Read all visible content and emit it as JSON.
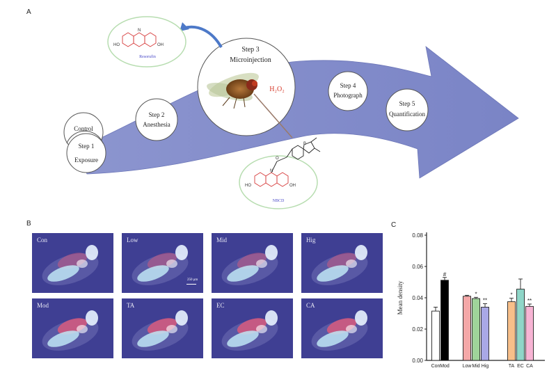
{
  "panel_labels": {
    "a": "A",
    "b": "B",
    "c": "C"
  },
  "workflow": {
    "step_control": "Control",
    "step1_title": "Step 1",
    "step1_sub": "Exposure",
    "step2_title": "Step 2",
    "step2_sub": "Anesthesia",
    "step3_title": "Step 3",
    "step3_sub": "Microinjection",
    "h2o2": "H₂O₂",
    "step4_title": "Step 4",
    "step4_sub": "Photograph",
    "step5_title": "Step 5",
    "step5_sub": "Quantification",
    "resorufin_label": "Resorufin",
    "nbcd_label": "NBCD",
    "oh": "OH",
    "ho": "HO",
    "atom_n": "N",
    "atom_o": "O",
    "atom_b": "B"
  },
  "images": {
    "tiles": [
      "Con",
      "Low",
      "Mid",
      "Hig",
      "Mod",
      "TA",
      "EC",
      "CA"
    ],
    "scale_bar": "250 μm"
  },
  "chart_data": {
    "type": "bar",
    "ylabel": "Mean density",
    "ylim": [
      0,
      0.08
    ],
    "yticks": [
      "0.00",
      "0.02",
      "0.04",
      "0.06",
      "0.08"
    ],
    "categories": [
      "Con",
      "Mod",
      "Low",
      "Mid",
      "Hig",
      "TA",
      "EC",
      "CA"
    ],
    "values": [
      0.0315,
      0.0512,
      0.041,
      0.0395,
      0.034,
      0.0375,
      0.0455,
      0.0345
    ],
    "errors": [
      0.0025,
      0.0018,
      0.0006,
      0.0008,
      0.0022,
      0.0022,
      0.0065,
      0.0015
    ],
    "significance": [
      "",
      "#",
      "",
      "*",
      "**",
      "*",
      "",
      "**"
    ],
    "colors": [
      "#ffffff",
      "#000000",
      "#f4a8a8",
      "#9fd49a",
      "#a9a8e6",
      "#f8bf8a",
      "#8fd6c8",
      "#f7b4d4"
    ]
  }
}
